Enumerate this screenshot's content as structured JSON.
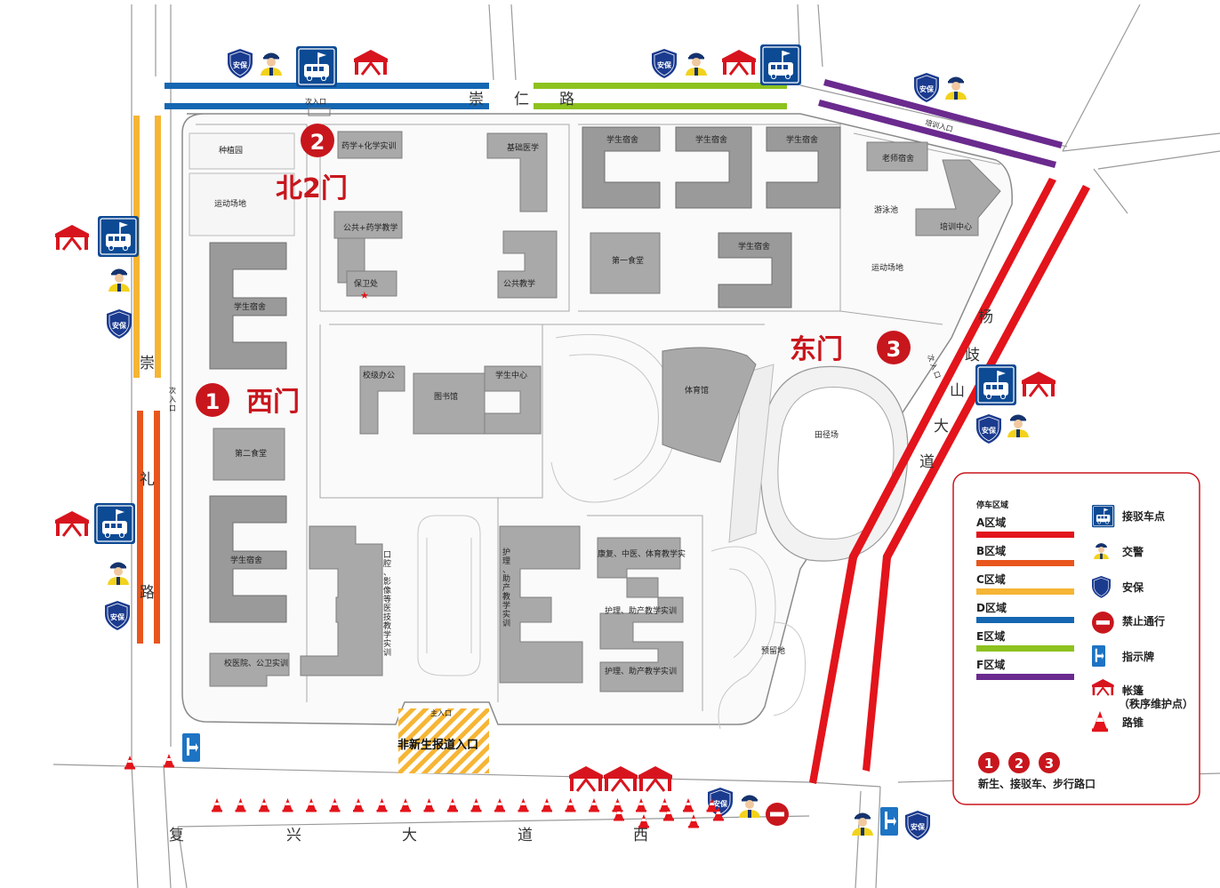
{
  "roads": {
    "north": "崇　　仁　　路",
    "west": [
      "崇",
      "礼",
      "路"
    ],
    "south": [
      "复",
      "兴",
      "大",
      "道",
      "西"
    ],
    "east": [
      "杨",
      "歧",
      "山",
      "大",
      "道"
    ]
  },
  "entrances": {
    "north_secondary": "次入口",
    "west_secondary": [
      "次",
      "入",
      "口"
    ],
    "east_secondary": [
      "次",
      "入",
      "口"
    ],
    "main": "主入口",
    "training_entrance": "培训入口",
    "non_freshman": "非新生报道入口"
  },
  "gates": [
    {
      "number": "1",
      "name": "西门"
    },
    {
      "number": "2",
      "name": "北2门"
    },
    {
      "number": "3",
      "name": "东门"
    }
  ],
  "buildings": {
    "planting_garden": "种植园",
    "sports_field_west": "运动场地",
    "pharmacy_chem_lab": "药学+化学实训",
    "public_pharmacy_teaching": "公共+药学教学",
    "security_office": "保卫处",
    "basic_medicine": "基础医学",
    "public_teaching": "公共教学",
    "dorm_1": "学生宿舍",
    "dorm_2": "学生宿舍",
    "dorm_3": "学生宿舍",
    "dorm_4": "学生宿舍",
    "dorm_west_1": "学生宿舍",
    "dorm_west_2": "学生宿舍",
    "first_canteen": "第一食堂",
    "teacher_dorm": "老师宿舍",
    "swimming_pool": "游泳池",
    "training_center": "培训中心",
    "sports_field_east": "运动场地",
    "school_office": "校级办公",
    "library": "图书馆",
    "student_center": "学生中心",
    "gymnasium": "体育馆",
    "track_field": "田径场",
    "second_canteen": "第二食堂",
    "oral_imaging_lab": [
      "口",
      "腔",
      "、",
      "影",
      "像",
      "等",
      "医",
      "技",
      "教",
      "学",
      "实",
      "训"
    ],
    "nursing_midwife_lab_v": [
      "护",
      "理",
      "、",
      "助",
      "产",
      "教",
      "学",
      "实",
      "训"
    ],
    "rehab_tcm_pe_lab": "康复、中医、体育教学实",
    "nursing_midwife_lab_1": "护理、助产教学实训",
    "nursing_midwife_lab_2": "护理、助产教学实训",
    "hospital_health_lab": "校医院、公卫实训",
    "reserved_land": "预留地"
  },
  "icon_labels": {
    "security": "安保"
  },
  "legend": {
    "title": "停车区域",
    "zones": [
      {
        "name": "A区域",
        "color": "#e3141b"
      },
      {
        "name": "B区域",
        "color": "#e8561d"
      },
      {
        "name": "C区域",
        "color": "#f6b534"
      },
      {
        "name": "D区域",
        "color": "#1567b2"
      },
      {
        "name": "E区域",
        "color": "#8dc21f"
      },
      {
        "name": "F区域",
        "color": "#6a2a8e"
      }
    ],
    "symbols": [
      {
        "icon": "shuttle-bus-icon",
        "label": "接驳车点"
      },
      {
        "icon": "traffic-police-icon",
        "label": "交警"
      },
      {
        "icon": "security-shield-icon",
        "label": "安保"
      },
      {
        "icon": "no-entry-icon",
        "label": "禁止通行"
      },
      {
        "icon": "signpost-icon",
        "label": "指示牌"
      },
      {
        "icon": "tent-icon",
        "label": "帐篷",
        "sublabel": "（秩序维护点）"
      },
      {
        "icon": "traffic-cone-icon",
        "label": "路锥"
      }
    ],
    "gate_numbers": [
      "1",
      "2",
      "3"
    ],
    "gate_note": "新生、接驳车、步行路口"
  },
  "colors": {
    "gate_red": "#c8161d",
    "bus_blue": "#0d4a94",
    "shield_blue": "#1b3b8f"
  }
}
